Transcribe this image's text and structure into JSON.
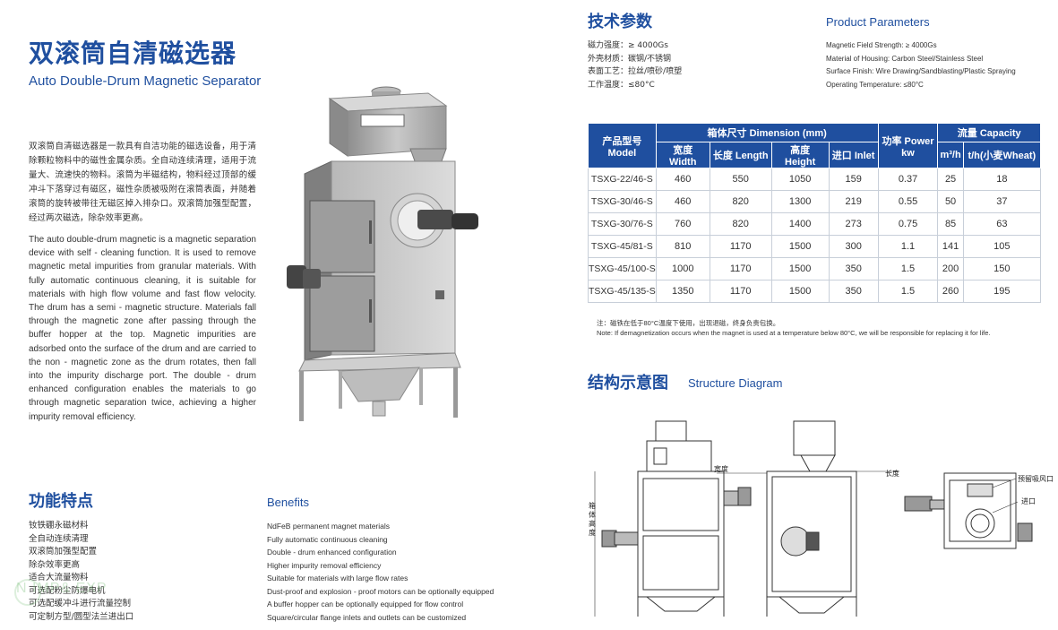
{
  "header": {
    "title_cn": "双滚筒自清磁选器",
    "title_en": "Auto Double-Drum Magnetic Separator"
  },
  "intro": {
    "cn": "双滚筒自清磁选器是一款具有自洁功能的磁选设备，用于清除颗粒物料中的磁性金属杂质。全自动连续清理，适用于流量大、流速快的物料。滚筒为半磁结构，物料经过顶部的缓冲斗下落穿过有磁区，磁性杂质被吸附在滚筒表面，并随着滚筒的旋转被带往无磁区掉入排杂口。双滚筒加强型配置，经过两次磁选，除杂效率更高。",
    "en": "The auto double-drum magnetic is a magnetic separation device with self - cleaning function. It is used to remove magnetic metal impurities from granular materials. With fully automatic continuous cleaning, it is suitable for materials with high flow volume and fast flow velocity. The drum has a semi - magnetic structure. Materials fall through the magnetic zone after passing through the buffer hopper at the top. Magnetic impurities are adsorbed onto the surface of the drum and are carried to the non - magnetic zone as the drum rotates, then fall into the impurity discharge port. The double - drum enhanced configuration enables the materials to go through magnetic separation twice, achieving a higher impurity removal efficiency."
  },
  "features": {
    "title_cn": "功能特点",
    "title_en": "Benefits",
    "items_cn": [
      "钕铁硼永磁材料",
      "全自动连续清理",
      "双滚筒加强型配置",
      "除杂效率更高",
      "适合大流量物料",
      "可选配粉尘防爆电机",
      "可选配缓冲斗进行流量控制",
      "可定制方型/圆型法兰进出口"
    ],
    "items_en": [
      "NdFeB permanent magnet materials",
      "Fully automatic continuous cleaning",
      "Double - drum enhanced configuration",
      "Higher impurity removal efficiency",
      "Suitable for materials with large flow rates",
      "Dust-proof and explosion - proof motors can be optionally equipped",
      "A buffer hopper can be optionally equipped for flow control",
      "Square/circular flange inlets and outlets can be customized"
    ]
  },
  "watermark": "N IMP& EXP",
  "tech": {
    "title_cn": "技术参数",
    "title_en": "Product Parameters",
    "params_cn": [
      "磁力强度：≥ 4000Gs",
      "外壳材质：碳钢/不锈钢",
      "表面工艺：拉丝/喷砂/喷塑",
      "工作温度：≤80°C"
    ],
    "params_en": [
      "Magnetic Field Strength: ≥ 4000Gs",
      "Material of Housing: Carbon Steel/Stainless Steel",
      "Surface Finish: Wire Drawing/Sandblasting/Plastic Spraying",
      "Operating Temperature: ≤80°C"
    ]
  },
  "table": {
    "h_model": "产品型号 Model",
    "h_dim": "箱体尺寸 Dimension (mm)",
    "h_power": "功率 Power kw",
    "h_cap": "流量 Capacity",
    "h_width": "宽度 Width",
    "h_length": "长度 Length",
    "h_height": "高度 Height",
    "h_inlet": "进口 Inlet",
    "h_m3": "m³/h",
    "h_th": "t/h(小麦Wheat)",
    "rows": [
      {
        "model": "TSXG-22/46-S",
        "width": "460",
        "length": "550",
        "height": "1050",
        "inlet": "159",
        "power": "0.37",
        "m3": "25",
        "th": "18"
      },
      {
        "model": "TSXG-30/46-S",
        "width": "460",
        "length": "820",
        "height": "1300",
        "inlet": "219",
        "power": "0.55",
        "m3": "50",
        "th": "37"
      },
      {
        "model": "TSXG-30/76-S",
        "width": "760",
        "length": "820",
        "height": "1400",
        "inlet": "273",
        "power": "0.75",
        "m3": "85",
        "th": "63"
      },
      {
        "model": "TSXG-45/81-S",
        "width": "810",
        "length": "1170",
        "height": "1500",
        "inlet": "300",
        "power": "1.1",
        "m3": "141",
        "th": "105"
      },
      {
        "model": "TSXG-45/100-S",
        "width": "1000",
        "length": "1170",
        "height": "1500",
        "inlet": "350",
        "power": "1.5",
        "m3": "200",
        "th": "150"
      },
      {
        "model": "TSXG-45/135-S",
        "width": "1350",
        "length": "1170",
        "height": "1500",
        "inlet": "350",
        "power": "1.5",
        "m3": "260",
        "th": "195"
      }
    ]
  },
  "note": {
    "cn": "注：磁铁在低于80°C温度下使用，出现退磁，终身负责包换。",
    "en": "Note: If demagnetization occurs when the magnet is used at a temperature below 80°C, we will be responsible for replacing it for life."
  },
  "structure": {
    "title_cn": "结构示意图",
    "title_en": "Structure Diagram",
    "label_width": "宽度",
    "label_height": "箱体高度",
    "label_length": "长度",
    "label_suction": "预留吸风口",
    "label_inlet": "进口"
  }
}
